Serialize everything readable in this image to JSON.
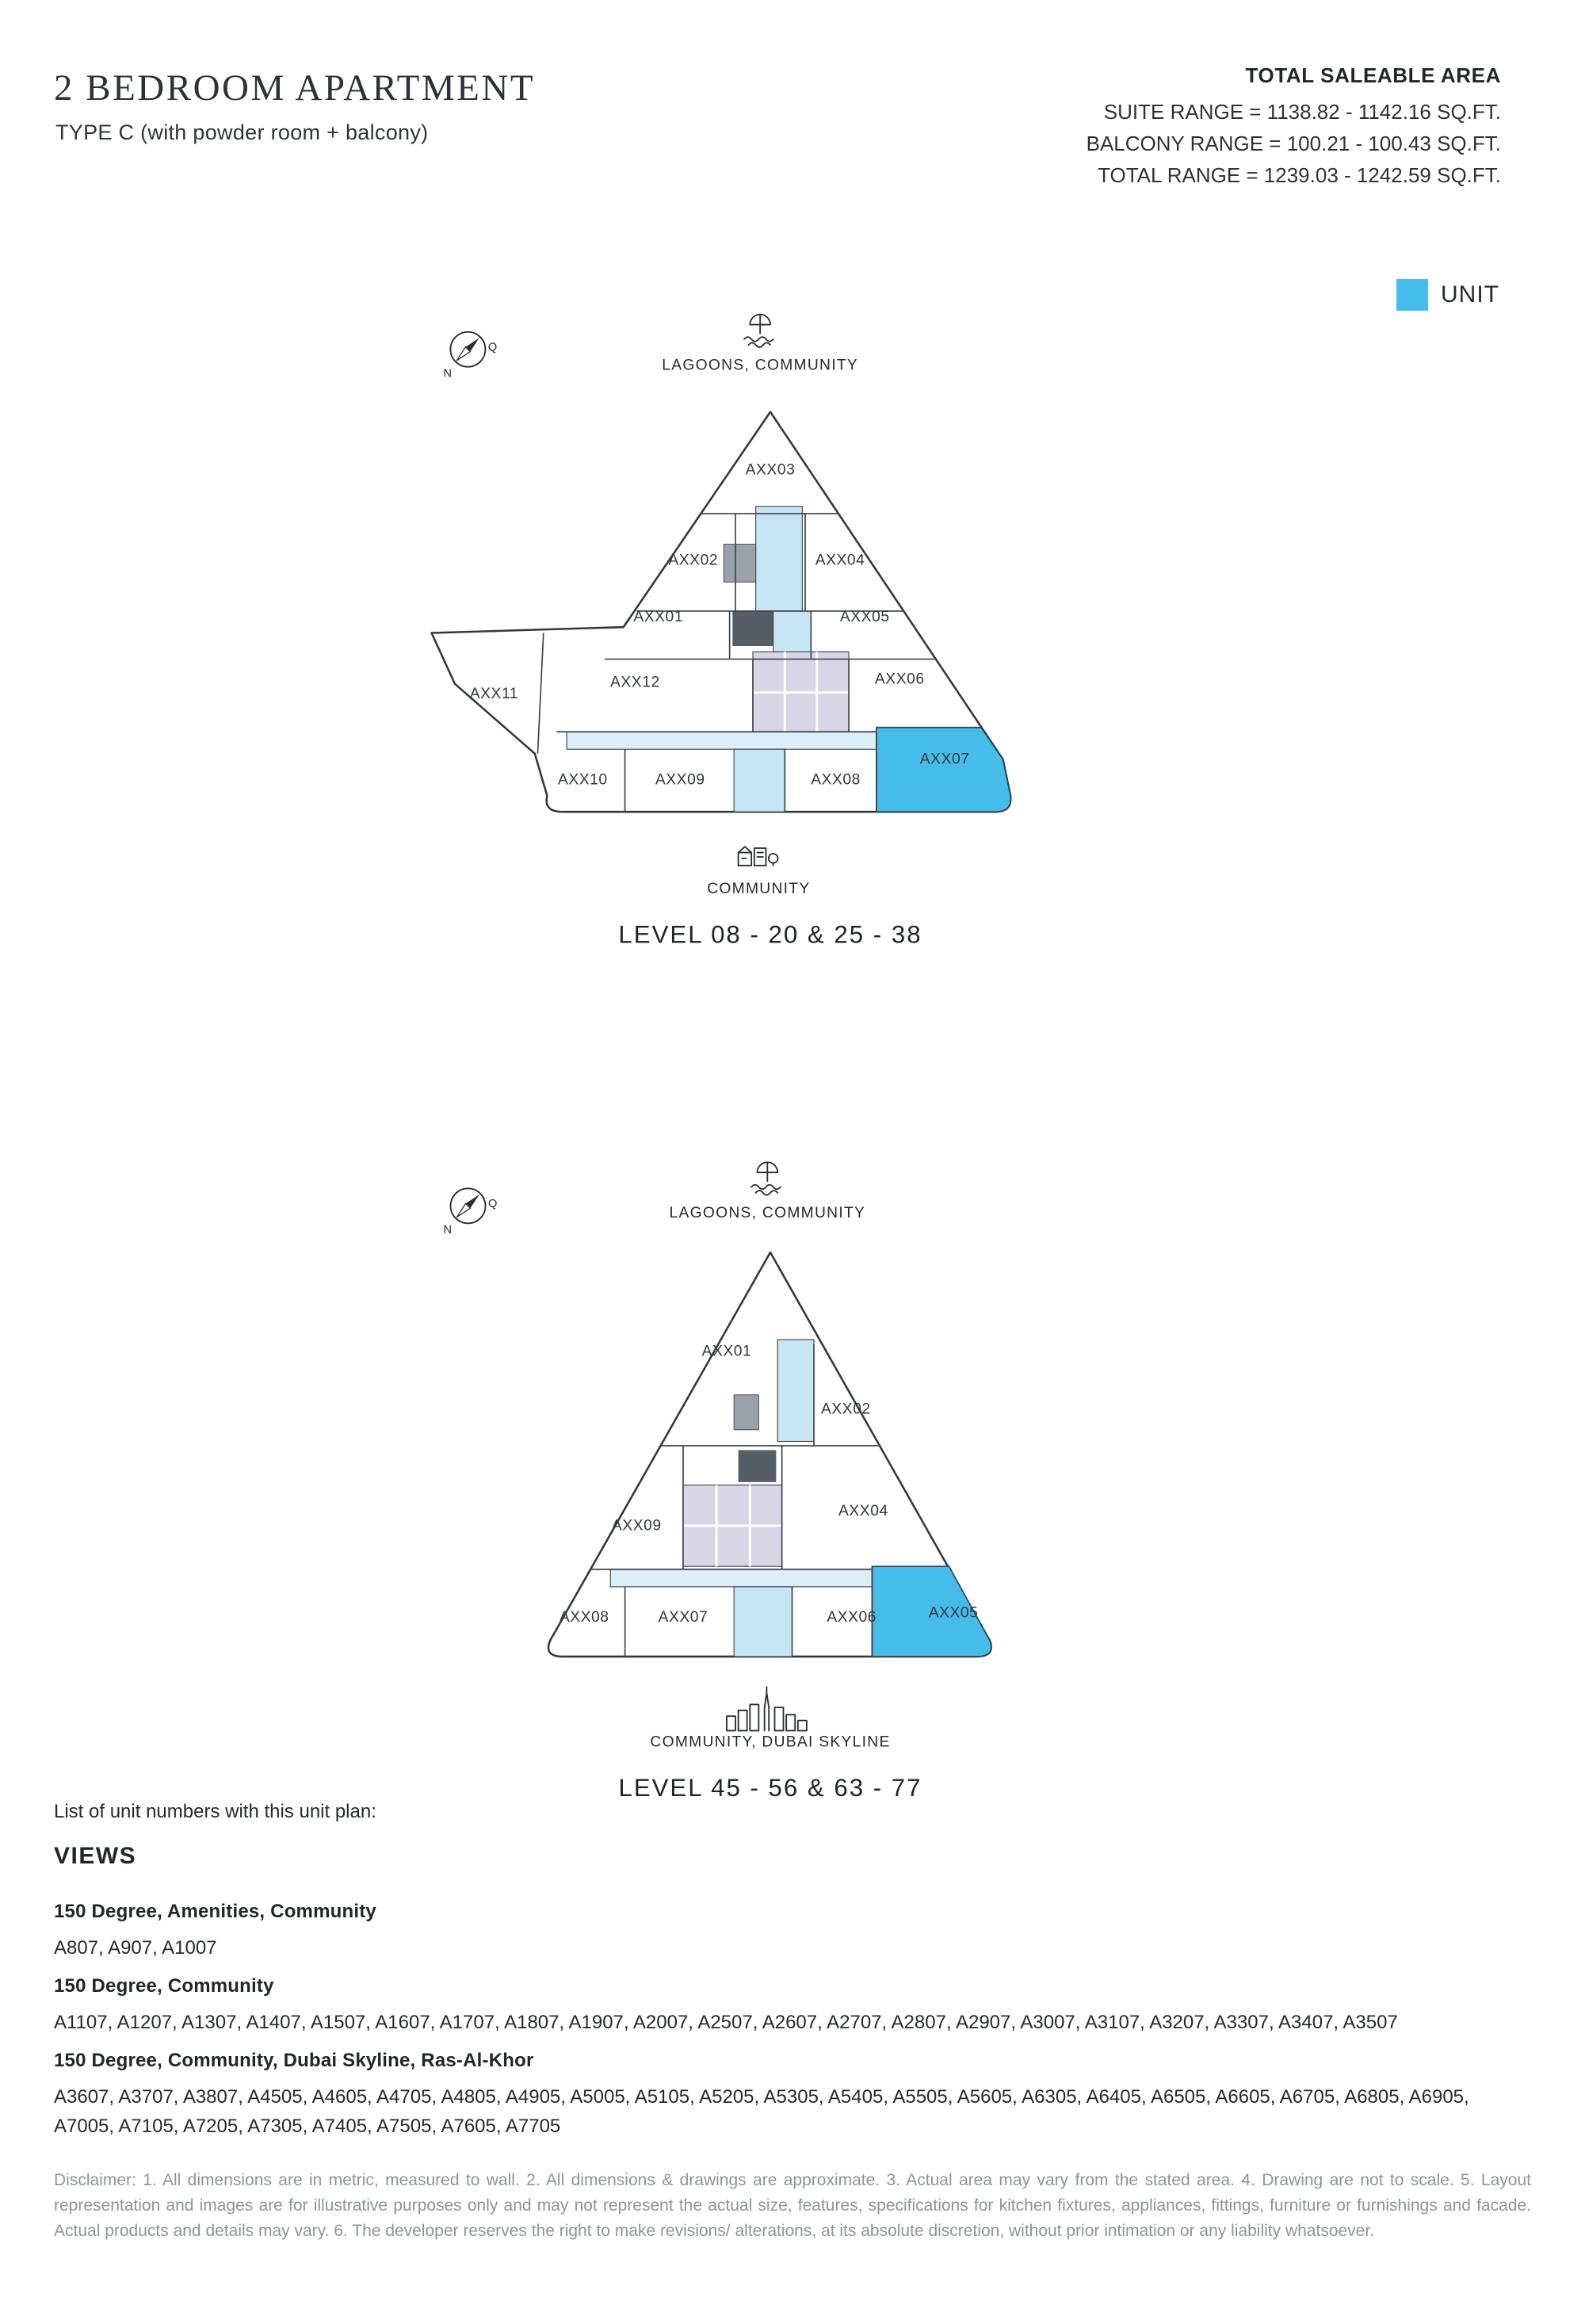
{
  "header": {
    "title": "2 BEDROOM APARTMENT",
    "subtitle": "TYPE C (with powder room + balcony)",
    "saleable_area": {
      "title": "TOTAL SALEABLE AREA",
      "lines": [
        "SUITE RANGE = 1138.82 - 1142.16 SQ.FT.",
        "BALCONY RANGE = 100.21 - 100.43 SQ.FT.",
        "TOTAL RANGE = 1239.03 - 1242.59 SQ.FT."
      ]
    }
  },
  "legend": {
    "label": "UNIT",
    "unit_color": "#45BCE9"
  },
  "compass": {
    "north": "N",
    "q": "Q"
  },
  "plans": [
    {
      "top_view": "LAGOONS, COMMUNITY",
      "bottom_view": "COMMUNITY",
      "caption": "LEVEL 08 - 20 & 25 - 38",
      "highlighted_unit": "AXX07",
      "units": [
        "AXX01",
        "AXX02",
        "AXX03",
        "AXX04",
        "AXX05",
        "AXX06",
        "AXX07",
        "AXX08",
        "AXX09",
        "AXX10",
        "AXX11",
        "AXX12"
      ]
    },
    {
      "top_view": "LAGOONS, COMMUNITY",
      "bottom_view": "COMMUNITY, DUBAI SKYLINE",
      "caption": "LEVEL 45 - 56 & 63 - 77",
      "highlighted_unit": "AXX05",
      "units": [
        "AXX01",
        "AXX02",
        "AXX04",
        "AXX05",
        "AXX06",
        "AXX07",
        "AXX08",
        "AXX09"
      ]
    }
  ],
  "unit_list": {
    "intro": "List of unit numbers with this unit plan:",
    "heading": "VIEWS",
    "groups": [
      {
        "view": "150 Degree, Amenities, Community",
        "units": "A807, A907, A1007"
      },
      {
        "view": "150 Degree, Community",
        "units": "A1107, A1207, A1307, A1407, A1507, A1607, A1707, A1807, A1907, A2007, A2507, A2607, A2707, A2807, A2907, A3007, A3107, A3207, A3307, A3407, A3507"
      },
      {
        "view": "150 Degree, Community, Dubai Skyline, Ras-Al-Khor",
        "units": "A3607, A3707, A3807, A4505, A4605, A4705, A4805, A4905, A5005, A5105, A5205, A5305, A5405, A5505, A5605, A6305, A6405, A6505, A6605, A6705, A6805, A6905, A7005, A7105, A7205, A7305, A7405, A7505, A7605, A7705"
      }
    ]
  },
  "disclaimer": "Disclaimer: 1. All dimensions are in metric, measured to wall. 2. All dimensions & drawings are approximate. 3. Actual area may vary from the stated area. 4. Drawing are not to scale. 5. Layout representation and images are for illustrative purposes only and may not represent the actual size, features, specifications for kitchen fixtures, appliances, fittings, furniture or furnishings and facade. Actual products and details may vary. 6. The developer reserves the right to make revisions/ alterations, at its absolute discretion, without prior intimation or any liability whatsoever."
}
